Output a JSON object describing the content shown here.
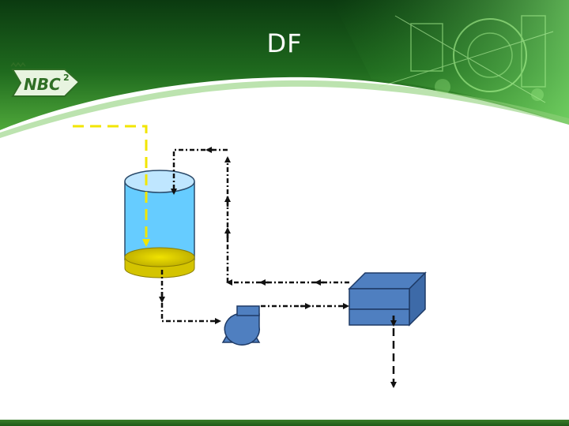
{
  "slide": {
    "title": "DF"
  },
  "logo": {
    "text": "NBC",
    "superscript": "2"
  },
  "colors": {
    "header_dark": "#0e4a14",
    "header_light": "#4fa83a",
    "tank_liquid": "#66ccff",
    "tank_top": "#bfe6ff",
    "sediment": "#d4c400",
    "equipment": "#4f7fc0",
    "feed_line": "#f2e600",
    "flow_line": "#111111"
  },
  "diagram": {
    "components": [
      "tank",
      "pump",
      "filter-unit"
    ],
    "icons": [
      "tank-icon",
      "pump-icon",
      "filter-unit-icon"
    ]
  }
}
